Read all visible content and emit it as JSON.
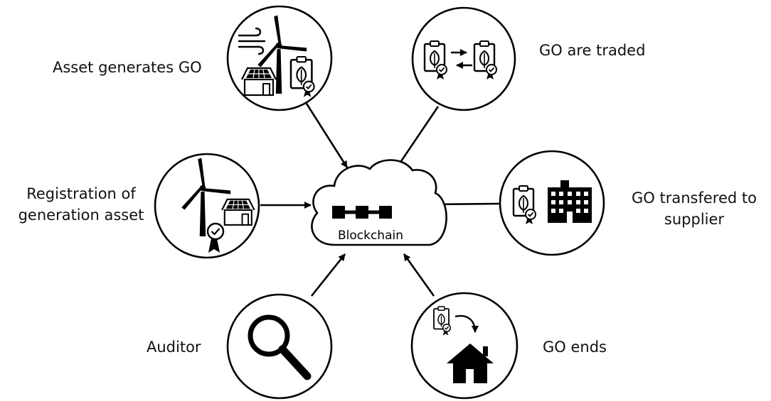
{
  "center": {
    "label": "Blockchain"
  },
  "nodes": [
    {
      "id": "asset-generates",
      "label": "Asset generates GO",
      "icons": [
        "wind-icon",
        "wind-turbine-icon",
        "solar-house-icon",
        "certificate-icon"
      ]
    },
    {
      "id": "go-traded",
      "label": "GO are traded",
      "icons": [
        "certificate-icon",
        "trade-arrows-icon",
        "certificate-icon"
      ]
    },
    {
      "id": "registration",
      "label_lines": [
        "Registration of",
        "generation asset"
      ],
      "icons": [
        "wind-turbine-icon",
        "solar-house-icon",
        "approval-badge-icon"
      ]
    },
    {
      "id": "go-transferred",
      "label_lines": [
        "GO transfered to",
        "supplier"
      ],
      "icons": [
        "certificate-icon",
        "building-icon"
      ]
    },
    {
      "id": "auditor",
      "label": "Auditor",
      "icons": [
        "magnifier-icon"
      ]
    },
    {
      "id": "go-ends",
      "label": "GO ends",
      "icons": [
        "certificate-icon",
        "curved-arrow-icon",
        "house-icon"
      ]
    }
  ],
  "colors": {
    "stroke": "#000000",
    "background": "#ffffff"
  }
}
